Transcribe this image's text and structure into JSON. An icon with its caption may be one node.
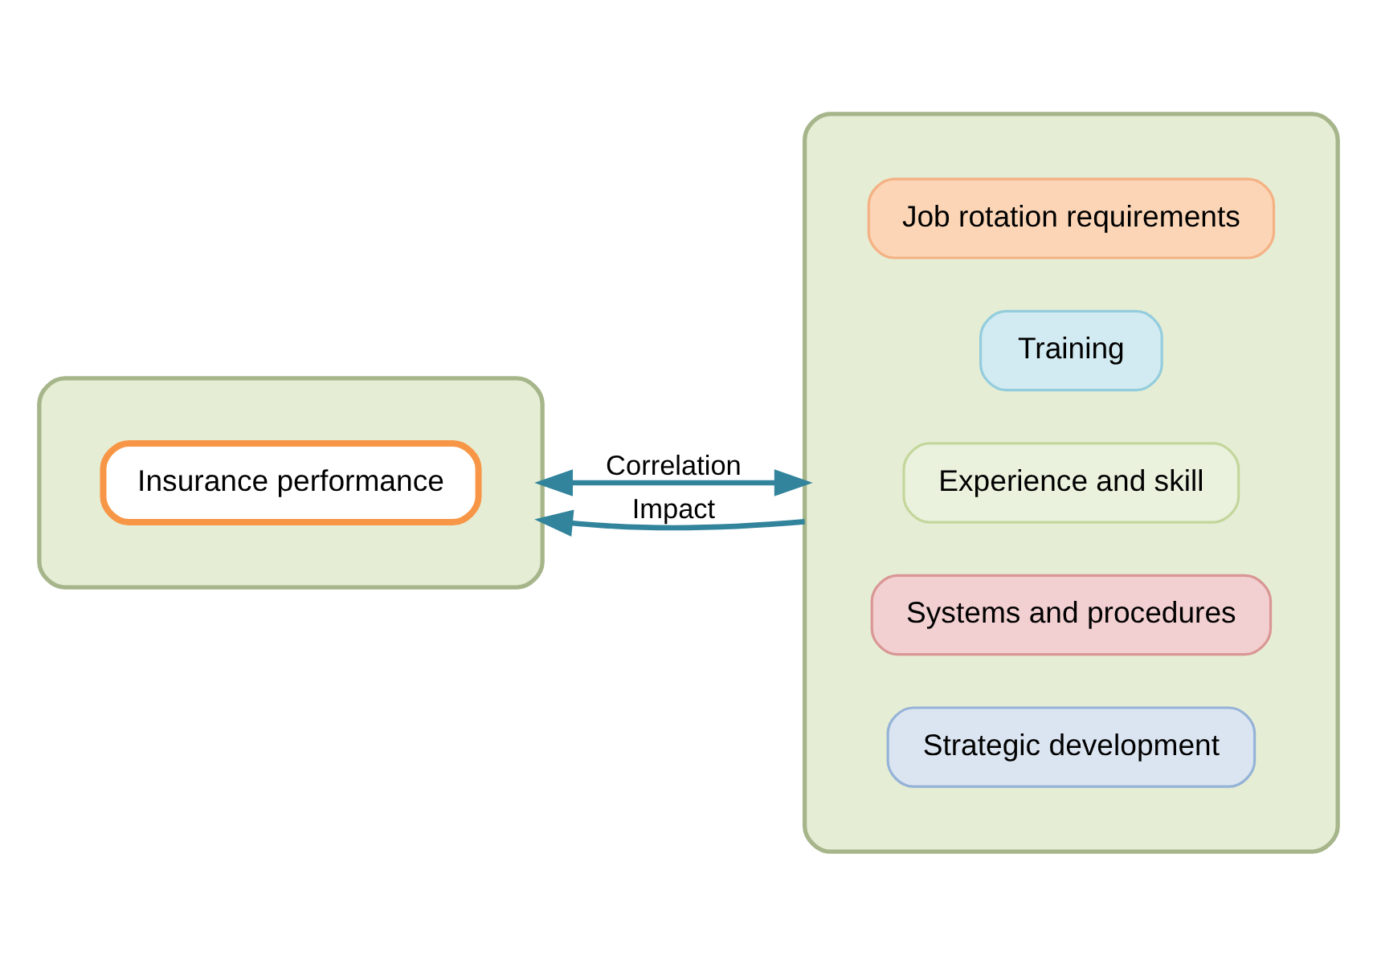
{
  "diagram": {
    "nodes": [
      {
        "text": [],
        "shape": "box"
      },
      {
        "text": [
          "Insurance performance"
        ],
        "in": 0
      },
      {
        "text": [],
        "shape": "box"
      },
      {
        "text": [
          "Job rotation requirements"
        ],
        "in": 2
      },
      {
        "text": [
          "Training"
        ],
        "in": 2
      },
      {
        "text": [
          "Experience and skill"
        ],
        "in": 2
      },
      {
        "text": [
          "Systems and procedures"
        ],
        "in": 2
      },
      {
        "text": [
          "Strategic development"
        ],
        "in": 2
      }
    ],
    "edges": [
      {
        "from": 2,
        "to": 0,
        "label": "Correlation",
        "arrow": "both"
      },
      {
        "from": 2,
        "to": 0,
        "label": "Impact",
        "arrow": "to"
      }
    ]
  }
}
